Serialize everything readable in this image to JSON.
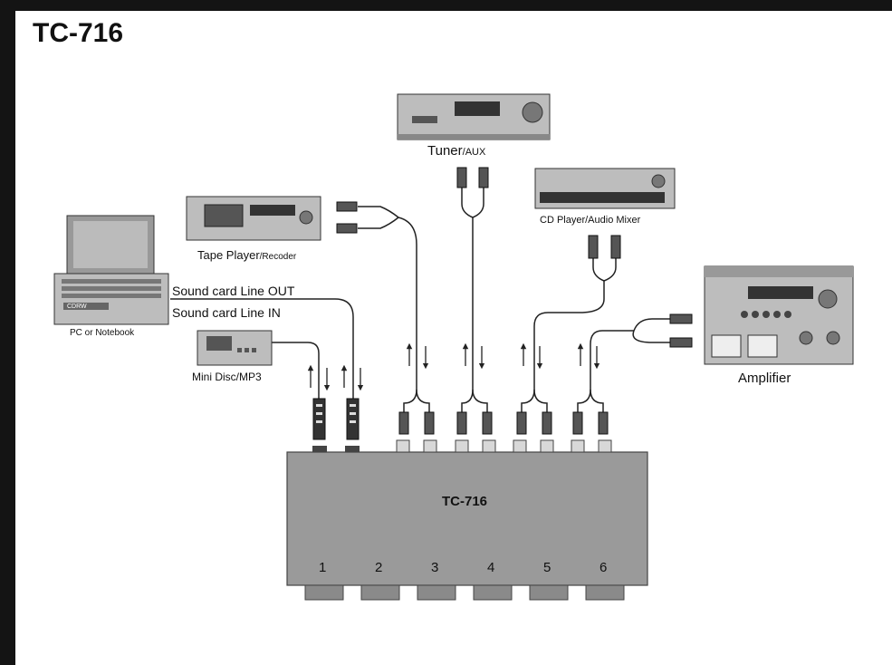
{
  "page_title": "TC-716",
  "labels": {
    "tuner_main": "Tuner",
    "tuner_sub": "/AUX",
    "tape_main": "Tape Player",
    "tape_sub": "/Recoder",
    "cd": "CD Player/Audio Mixer",
    "amplifier": "Amplifier",
    "pc": "PC or Notebook",
    "line_out": "Sound card Line OUT",
    "line_in": "Sound card Line IN",
    "minidisc": "Mini Disc/MP3",
    "cdrw": "CDRW"
  },
  "switch_box": {
    "label": "TC-716",
    "ports": [
      "1",
      "2",
      "3",
      "4",
      "5",
      "6"
    ]
  }
}
